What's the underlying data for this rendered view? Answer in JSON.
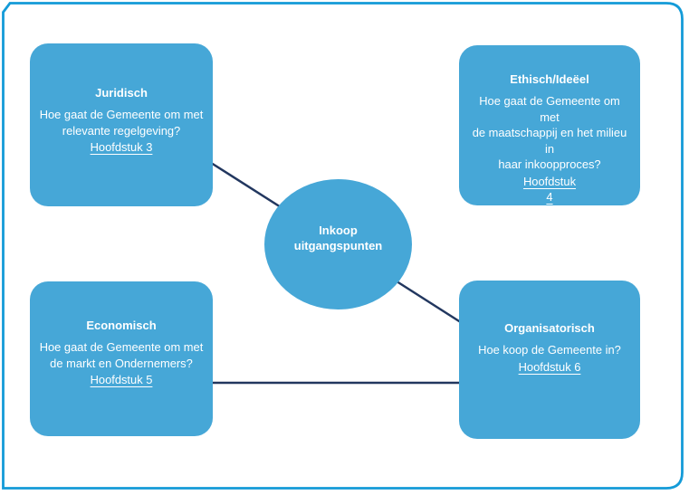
{
  "colors": {
    "box_fill": "#46a7d7",
    "outer_border": "#149bd8",
    "connector": "#22375f",
    "text": "#ffffff"
  },
  "center": {
    "label": "Inkoop\nuitgangspunten"
  },
  "boxes": [
    {
      "id": "juridisch",
      "title": "Juridisch",
      "body": "Hoe gaat de Gemeente om met\nrelevante regelgeving?",
      "chapter": "Hoofdstuk 3"
    },
    {
      "id": "ethisch-ideeel",
      "title": "Ethisch/Ideëel",
      "body": "Hoe gaat de Gemeente om met\nde maatschappij en het milieu in\nhaar inkoopproces?",
      "chapter": "Hoofdstuk\n4"
    },
    {
      "id": "economisch",
      "title": "Economisch",
      "body": "Hoe gaat de Gemeente om met\nde markt en Ondernemers?",
      "chapter": "Hoofdstuk 5"
    },
    {
      "id": "organisatorisch",
      "title": "Organisatorisch",
      "body": "Hoe koop de Gemeente in?",
      "chapter": "Hoofdstuk 6"
    }
  ]
}
